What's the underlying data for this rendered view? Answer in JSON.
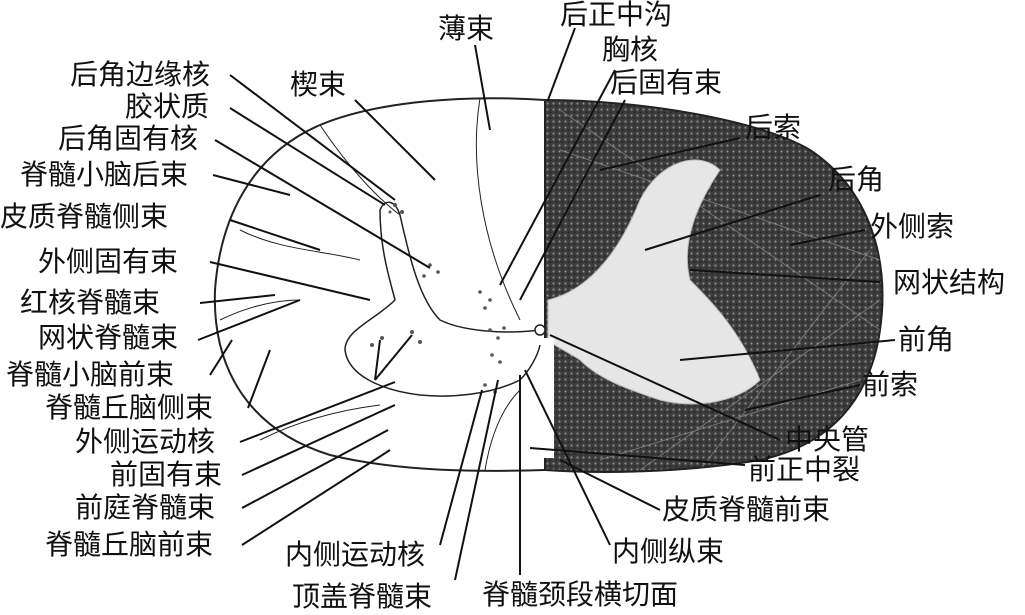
{
  "caption": "脊髓颈段横切面",
  "labels": {
    "bao_shu": "薄束",
    "hou_zheng_zhong_gou": "后正中沟",
    "xiong_he": "胸核",
    "hou_gu_you_shu": "后固有束",
    "hou_suo": "后索",
    "hou_jiao": "后角",
    "wai_ce_suo": "外侧索",
    "wang_zhuang_jie_gou": "网状结构",
    "qian_jiao": "前角",
    "qian_suo": "前索",
    "zhong_yang_guan": "中央管",
    "qian_zheng_zhong_lie": "前正中裂",
    "pi_zhi_ji_sui_qian_shu": "皮质脊髓前束",
    "nei_ce_zong_shu": "内侧纵束",
    "hou_jiao_bian_yuan_he": "后角边缘核",
    "jiao_zhuang_zhi": "胶状质",
    "hou_jiao_gu_you_he": "后角固有核",
    "ji_sui_xiao_nao_hou_shu": "脊髓小脑后束",
    "pi_zhi_ji_sui_ce_shu": "皮质脊髓侧束",
    "wai_ce_gu_you_shu": "外侧固有束",
    "hong_he_ji_sui_shu": "红核脊髓束",
    "wang_zhuang_ji_sui_shu": "网状脊髓束",
    "ji_sui_xiao_nao_qian_shu": "脊髓小脑前束",
    "ji_sui_qiu_nao_ce_shu": "脊髓丘脑侧束",
    "wai_ce_yun_dong_he": "外侧运动核",
    "qian_gu_you_shu": "前固有束",
    "qian_ting_ji_sui_shu": "前庭脊髓束",
    "ji_sui_qiu_nao_qian_shu": "脊髓丘脑前束",
    "nei_ce_yun_dong_he": "内侧运动核",
    "ding_gai_ji_sui_shu": "顶盖脊髓束",
    "xie_shu": "楔束"
  },
  "colors": {
    "ink": "#111111",
    "dark_half": "#4a4a4a",
    "grey_matter": "#e8e8e8"
  }
}
